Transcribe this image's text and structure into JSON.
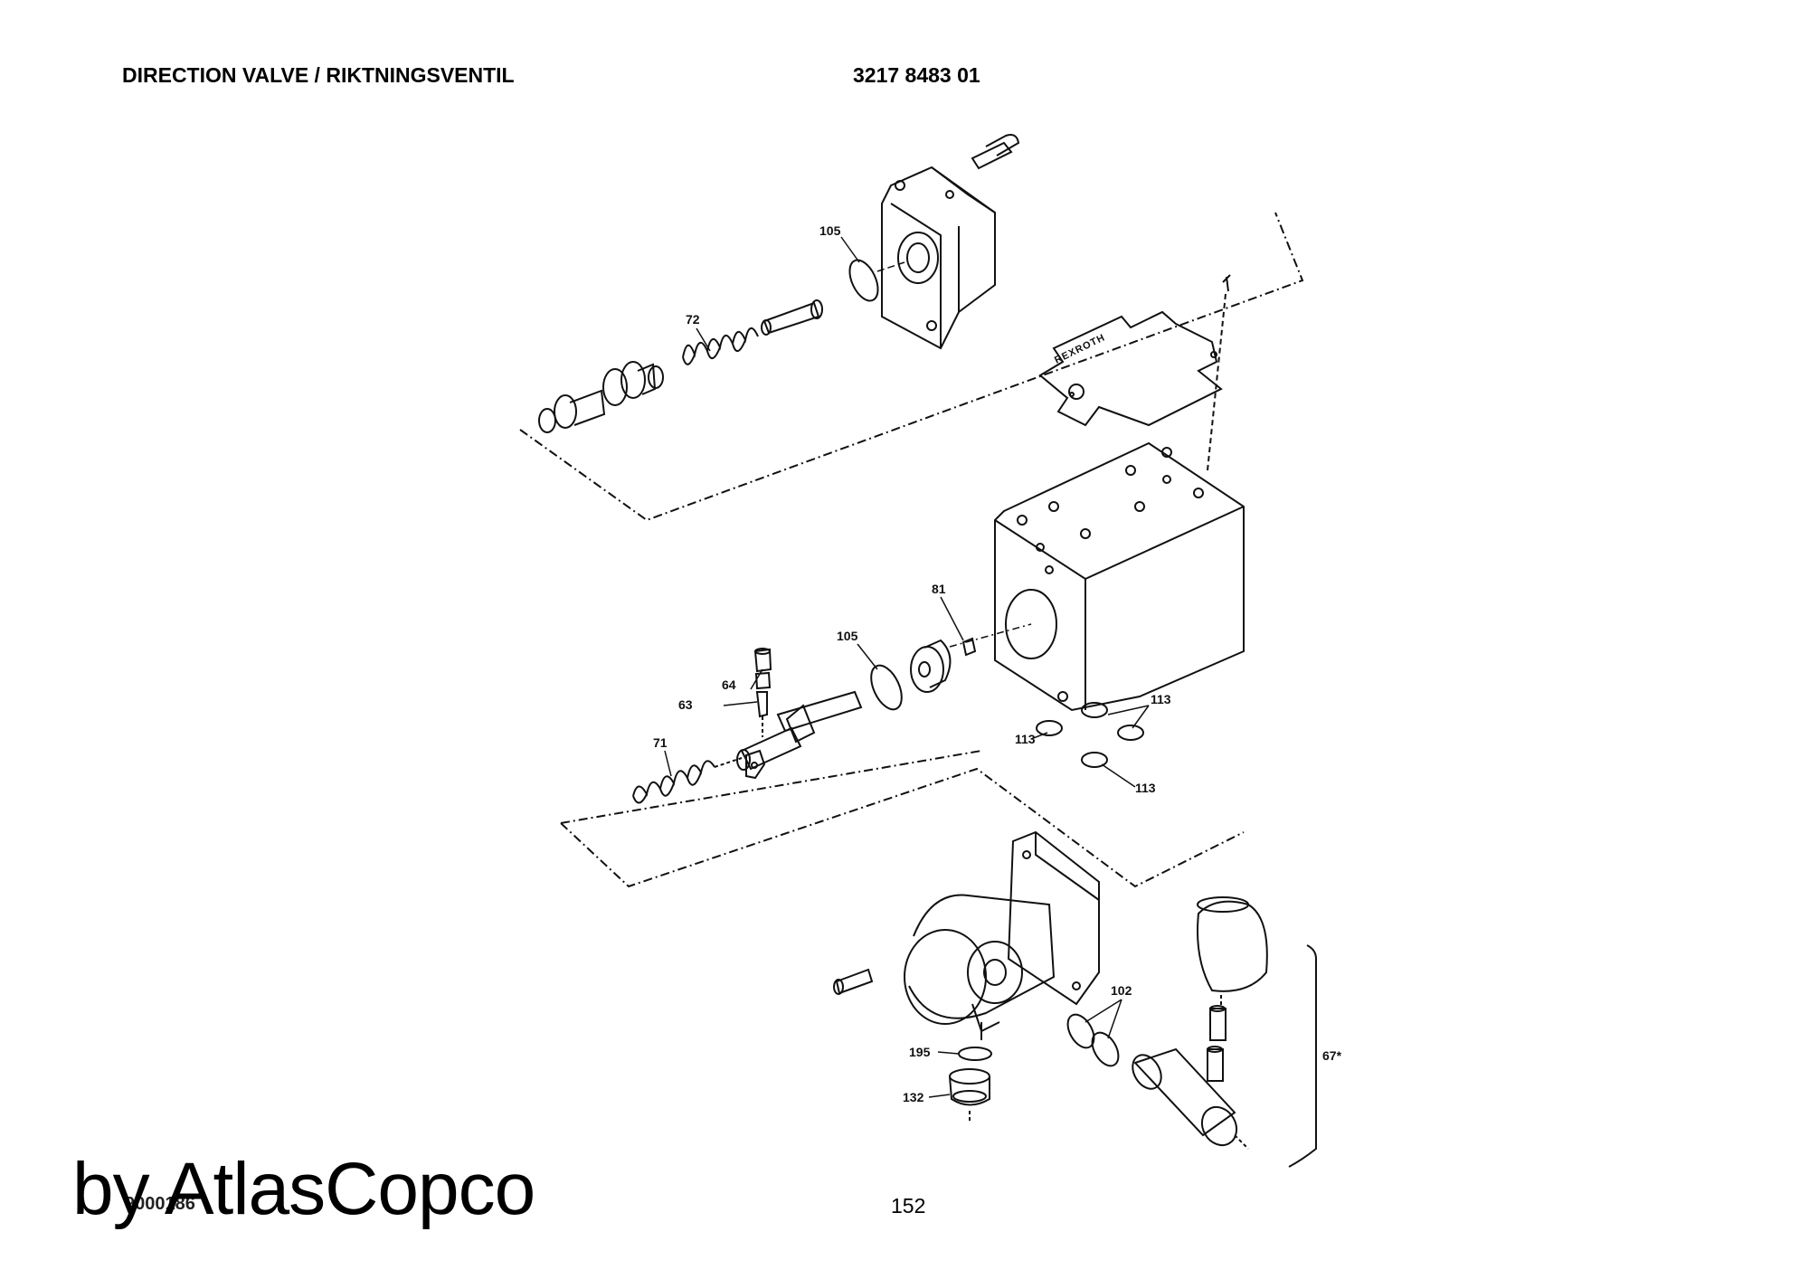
{
  "header": {
    "title": "DIRECTION VALVE / RIKTNINGSVENTIL",
    "part_number": "3217 8483 01"
  },
  "footer": {
    "drawing_number": "9000186",
    "page_number": "152",
    "watermark": "by AtlasCopco"
  },
  "parts": {
    "p105a": "105",
    "p72": "72",
    "p81": "81",
    "p105b": "105",
    "p64": "64",
    "p63": "63",
    "p71": "71",
    "p113a": "113",
    "p113b": "113",
    "p113c": "113",
    "p102": "102",
    "p195": "195",
    "p132": "132",
    "p67": "67*"
  },
  "nameplate": "REXROTH"
}
